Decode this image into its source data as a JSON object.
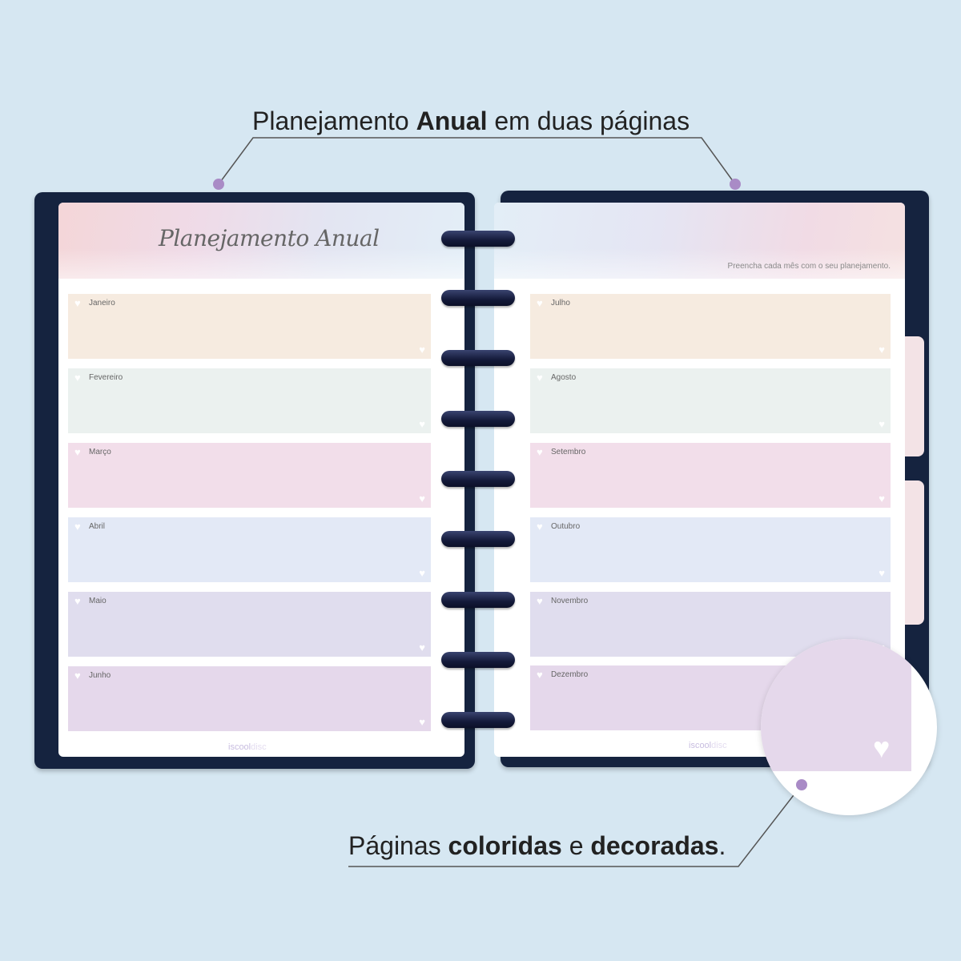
{
  "callouts": {
    "top": {
      "pre": "Planejamento ",
      "bold": "Anual",
      "post": " em duas páginas"
    },
    "bottom": {
      "pre": "Páginas ",
      "bold1": "coloridas",
      "mid": " e ",
      "bold2": "decoradas",
      "post": "."
    }
  },
  "left_page": {
    "title": "Planejamento Anual",
    "months": [
      "Janeiro",
      "Fevereiro",
      "Março",
      "Abril",
      "Maio",
      "Junho"
    ],
    "logo": {
      "a": "iscool",
      "b": "disc"
    }
  },
  "right_page": {
    "hint": "Preencha cada mês com o seu planejamento.",
    "months": [
      "Julho",
      "Agosto",
      "Setembro",
      "Outubro",
      "Novembro",
      "Dezembro"
    ],
    "logo": {
      "a": "iscool",
      "b": "disc"
    }
  },
  "colors": {
    "background": "#d6e7f2",
    "cover": "#15233f",
    "accent_dot": "#a98bc6",
    "month_colors": [
      "#f6ebe0",
      "#ebf1ef",
      "#f2deea",
      "#e3e9f6",
      "#e0ddee",
      "#e5d8eb"
    ]
  }
}
